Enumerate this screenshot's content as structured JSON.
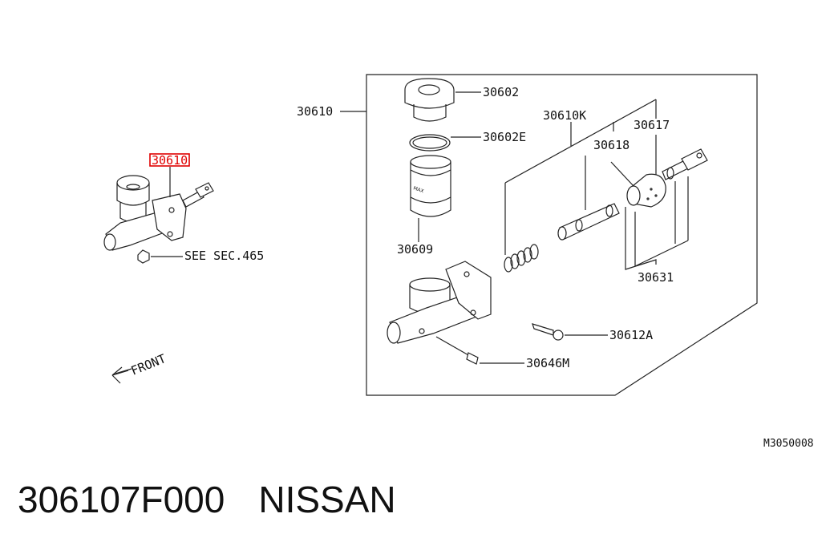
{
  "diagram": {
    "callouts": {
      "assembly_main": "30610",
      "assembly_small": "30610",
      "see_sec": "SEE SEC.465",
      "front": "FRONT",
      "cap": "30602",
      "gasket": "30602E",
      "kit": "30610K",
      "reservoir": "30609",
      "boot": "30617",
      "piston": "30618",
      "seal_kit": "30631",
      "bolt": "30612A",
      "bleeder": "30646M"
    },
    "reference_code": "M3050008",
    "highlight_color": "#e00000"
  },
  "footer": {
    "part_number": "306107F000",
    "brand": "NISSAN"
  }
}
